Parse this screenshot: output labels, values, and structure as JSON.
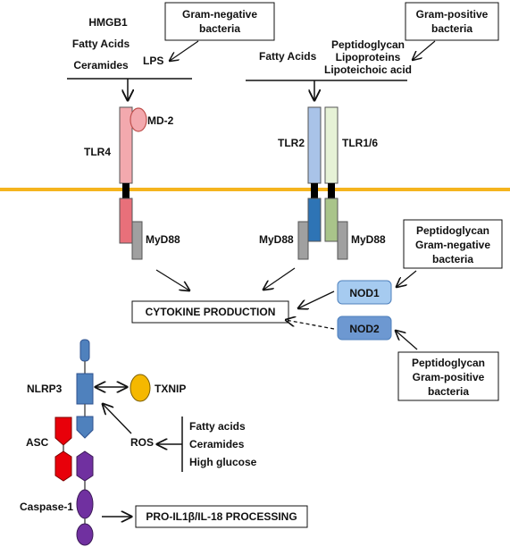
{
  "stimuli": {
    "gram_negative_box": [
      "Gram-negative",
      "bacteria"
    ],
    "gram_positive_box": [
      "Gram-positive",
      "bacteria"
    ],
    "tlr4_ligands": [
      "HMGB1",
      "Fatty Acids",
      "Ceramides"
    ],
    "lps": "LPS",
    "tlr2_fatty_acids": "Fatty Acids",
    "tlr2_ligands": [
      "Peptidoglycan",
      "Lipoproteins",
      "Lipoteichoic acid"
    ],
    "nod1_box": [
      "Peptidoglycan",
      "Gram-negative",
      "bacteria"
    ],
    "nod2_box": [
      "Peptidoglycan",
      "Gram-positive",
      "bacteria"
    ]
  },
  "receptors": {
    "md2": "MD-2",
    "tlr4": "TLR4",
    "tlr2": "TLR2",
    "tlr16": "TLR1/6",
    "myd88": "MyD88",
    "nod1": "NOD1",
    "nod2": "NOD2"
  },
  "outputs": {
    "cytokine": "CYTOKINE PRODUCTION",
    "processing": "PRO-IL1β/IL-18 PROCESSING"
  },
  "inflammasome": {
    "nlrp3": "NLRP3",
    "txnip": "TXNIP",
    "asc": "ASC",
    "ros": "ROS",
    "caspase": "Caspase-1",
    "ros_inducers": [
      "Fatty acids",
      "Ceramides",
      "High glucose"
    ]
  },
  "colors": {
    "membrane": "#F5B41E",
    "tlr4_pink": "#F3A9AE",
    "myd88_tlr4": "#E8707A",
    "tlr2_blue": "#A9C3E8",
    "tlr16_green": "#E6F2D6",
    "myd88_blue": "#2E74B5",
    "myd88_green": "#A9C48A",
    "myd88_gray": "#A0A0A0",
    "nod1_fill": "#A6CBF0",
    "nod2_fill": "#6D98D1",
    "nlrp3_fill": "#4F81BD",
    "txnip_fill": "#F5B800",
    "asc_fill": "#E8000A",
    "caspase_fill": "#7030A0"
  }
}
